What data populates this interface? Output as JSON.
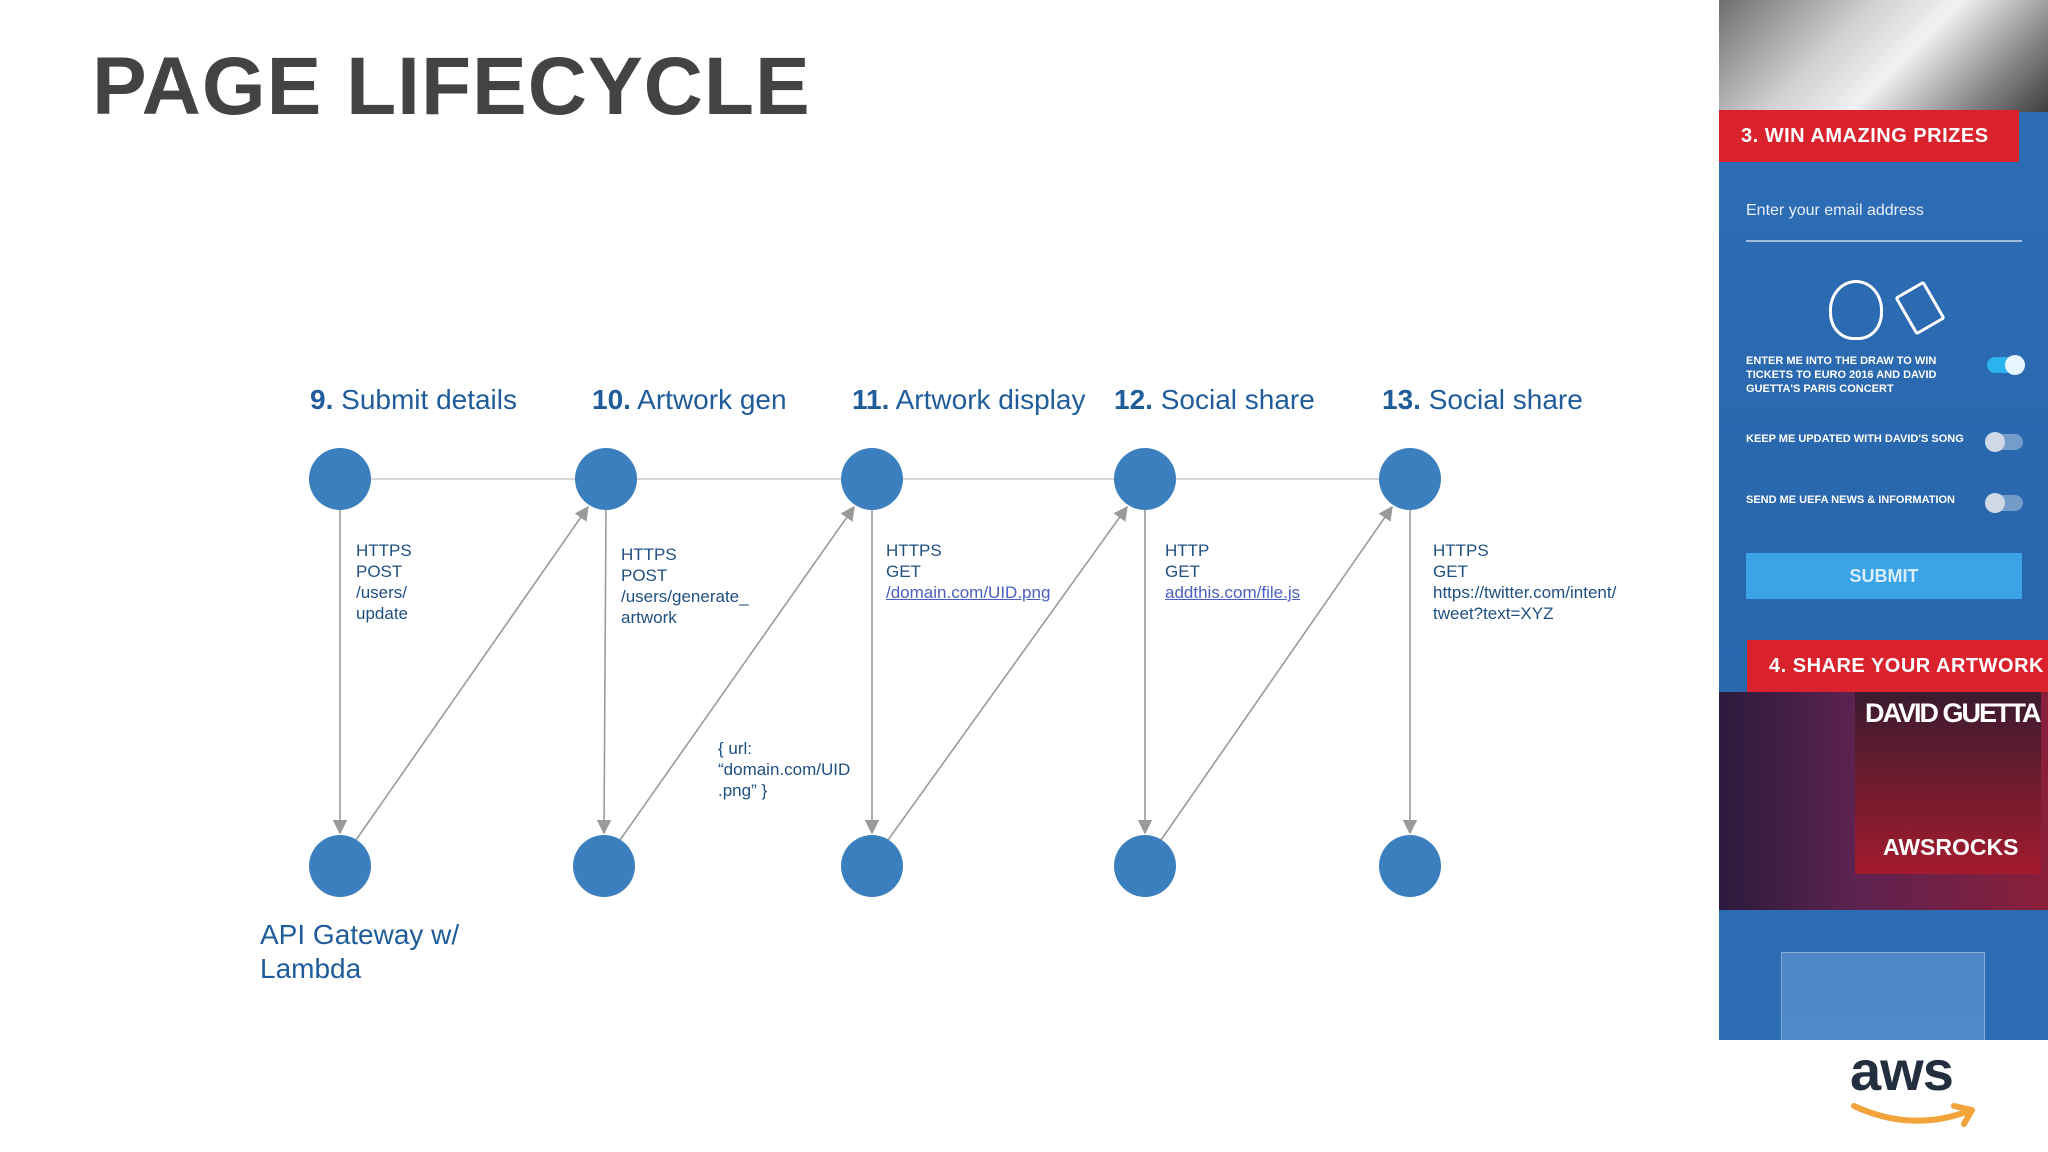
{
  "title": "PAGE LIFECYCLE",
  "stages": [
    {
      "num": "9.",
      "label": "Submit details",
      "note": [
        "HTTPS",
        "POST",
        "/users/",
        "update"
      ],
      "link": ""
    },
    {
      "num": "10.",
      "label": "Artwork gen",
      "note": [
        "HTTPS",
        "POST",
        "/users/generate_",
        "artwork"
      ],
      "link": ""
    },
    {
      "num": "11.",
      "label": "Artwork display",
      "note": [
        "HTTPS",
        "GET"
      ],
      "link": "/domain.com/UID.png"
    },
    {
      "num": "12.",
      "label": "Social share",
      "note": [
        "HTTP",
        "GET"
      ],
      "link": "addthis.com/file.js"
    },
    {
      "num": "13.",
      "label": "Social share",
      "note": [
        "HTTPS",
        "GET",
        "https://twitter.com/intent/",
        "tweet?text=XYZ"
      ],
      "link": ""
    }
  ],
  "response_note": [
    "{ url:",
    "“domain.com/UID",
    ".png” }"
  ],
  "api_label": [
    "API Gateway w/",
    "Lambda"
  ],
  "colors": {
    "node": "#3b7fbf",
    "line": "#c9c9c9",
    "arrow": "#9a9a9a",
    "title": "#434343",
    "label": "#1f5c99"
  },
  "promo": {
    "banner_prizes": "3. WIN AMAZING PRIZES",
    "email_placeholder": "Enter your email address",
    "options": [
      {
        "text": "ENTER ME INTO THE DRAW TO WIN TICKETS TO EURO 2016 AND DAVID GUETTA'S PARIS CONCERT",
        "state": "on"
      },
      {
        "text": "KEEP ME UPDATED WITH DAVID'S SONG",
        "state": "off"
      },
      {
        "text": "SEND ME UEFA NEWS & INFORMATION",
        "state": "off"
      }
    ],
    "submit": "SUBMIT",
    "banner_share": "4. SHARE YOUR ARTWORK",
    "artist": "DAVID GUETTA",
    "tag": "AWSROCKS"
  },
  "logo": "aws"
}
